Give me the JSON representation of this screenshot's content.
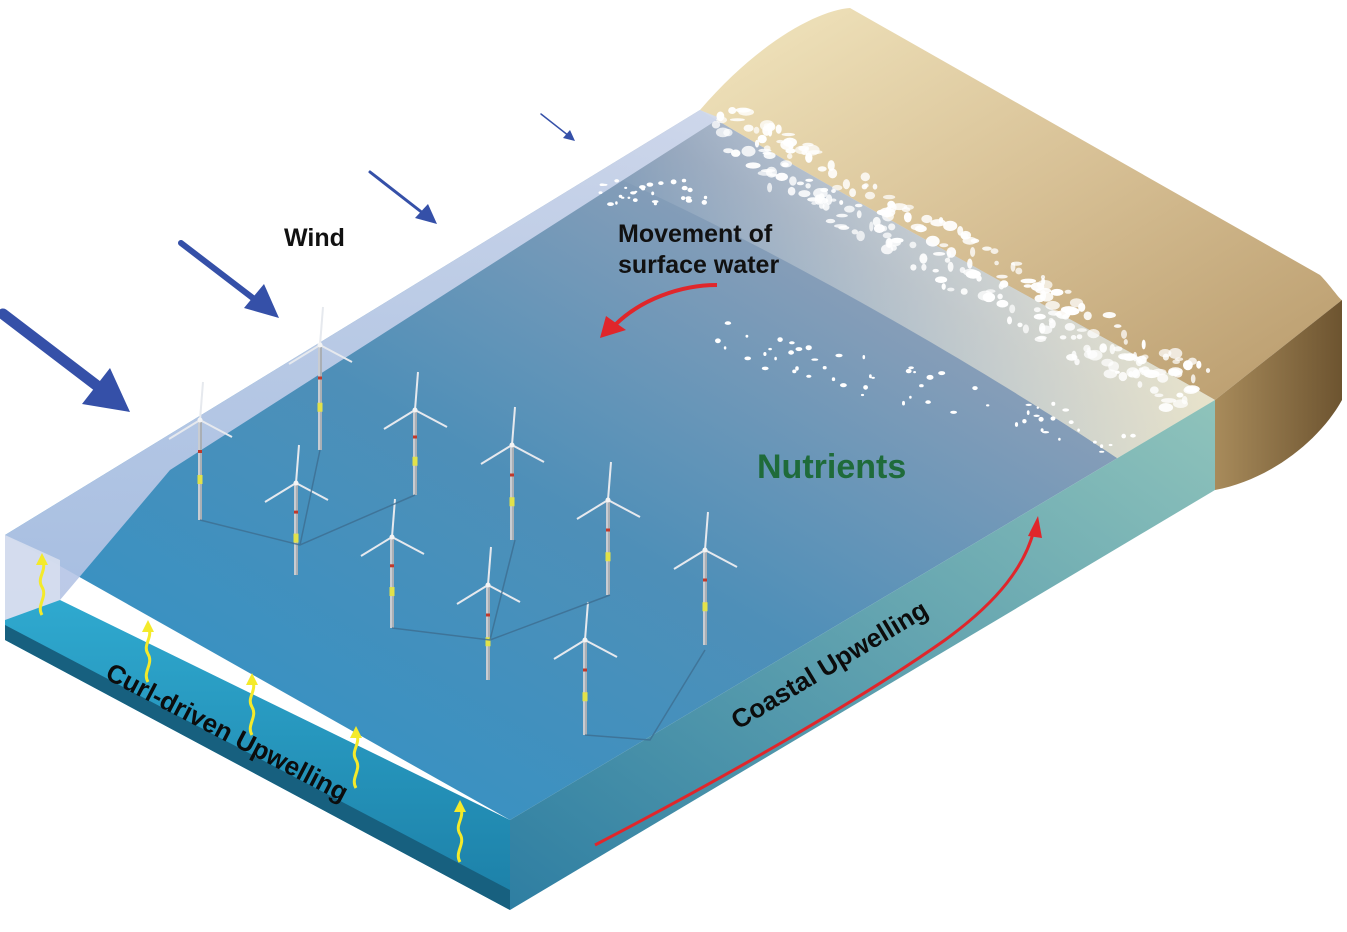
{
  "labels": {
    "wind": "Wind",
    "surface_line1": "Movement of",
    "surface_line2": "surface water",
    "nutrients": "Nutrients",
    "curl_upwelling": "Curl-driven Upwelling",
    "coastal_upwelling": "Coastal Upwelling"
  },
  "colors": {
    "wind_arrow": "#3550a8",
    "flow_arrow": "#e0262b",
    "upwelling_arrow": "#f4ea2a",
    "nutrients_text": "#1f6b3a",
    "sand": "#d9c298",
    "sand_dark": "#8a6c3f",
    "sea_deep": "#2a8fc4",
    "sea_light": "#b9c8e6"
  },
  "icons": [
    "wind-arrow-icon",
    "wind-turbine-icon",
    "upwelling-arrow-icon",
    "current-arrow-icon",
    "foam-icon"
  ]
}
